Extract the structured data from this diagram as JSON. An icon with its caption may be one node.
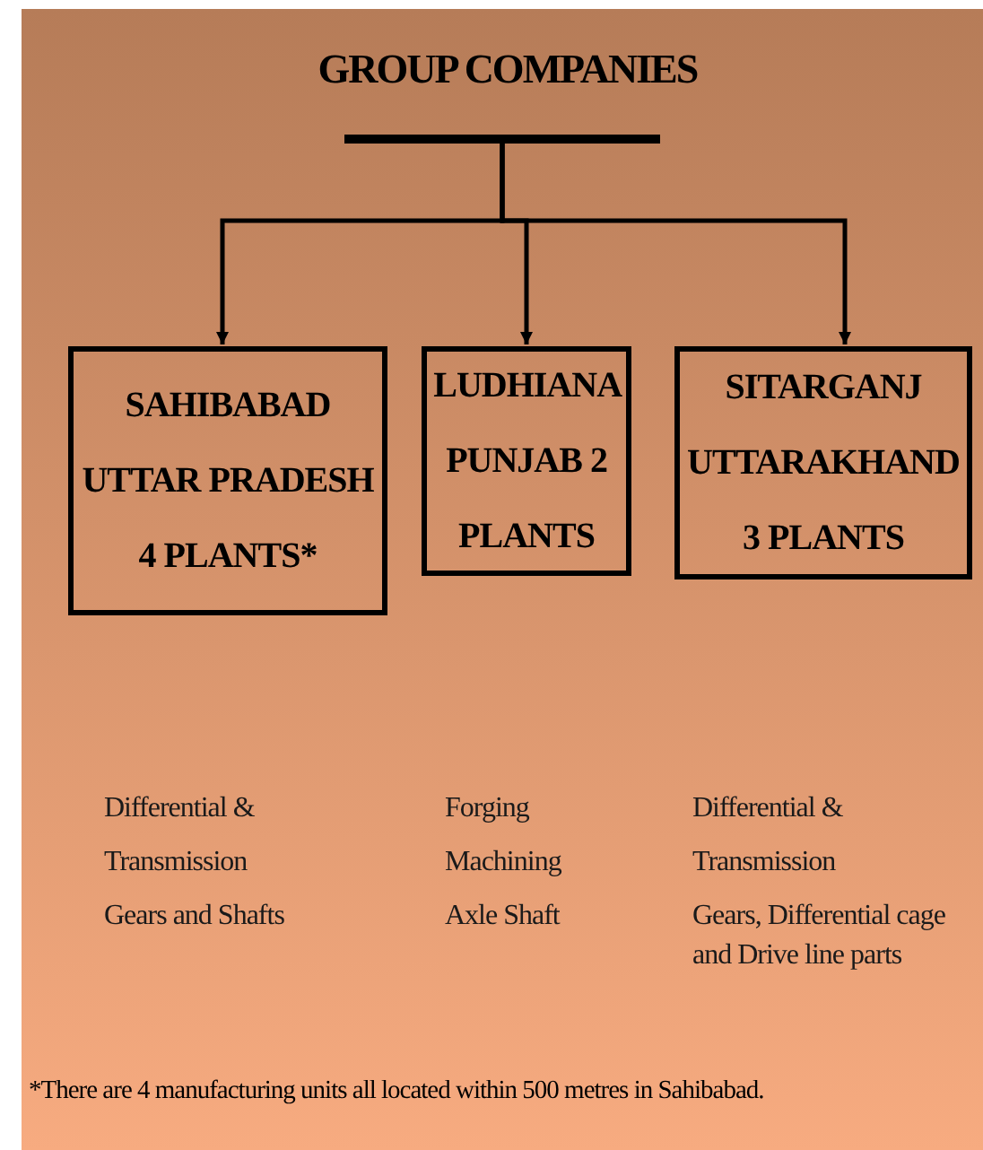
{
  "diagram": {
    "title": "GROUP COMPANIES",
    "nodes": [
      {
        "text": [],
        "shape": "bar"
      },
      {
        "text": [
          "SAHIBABAD UTTAR PRADESH 4 PLANTS*"
        ]
      },
      {
        "text": [
          "LUDHIANA PUNJAB 2 PLANTS"
        ]
      },
      {
        "text": [
          "SITARGANJ UTTARAKHAND 3 PLANTS"
        ]
      }
    ],
    "edges": [
      {
        "from": 0,
        "to": 1,
        "arrow": "to"
      },
      {
        "from": 0,
        "to": 2,
        "arrow": "to"
      },
      {
        "from": 0,
        "to": 3,
        "arrow": "to"
      }
    ],
    "labels": [
      "Differential &",
      "Transmission",
      "Gears and Shafts",
      "Forging",
      "Machining",
      "Axle Shaft",
      "Differential &",
      "Transmission",
      "Gears, Differential cage and Drive line parts",
      "*There are 4 manufacturing units all located within 500 metres in Sahibabad."
    ]
  }
}
